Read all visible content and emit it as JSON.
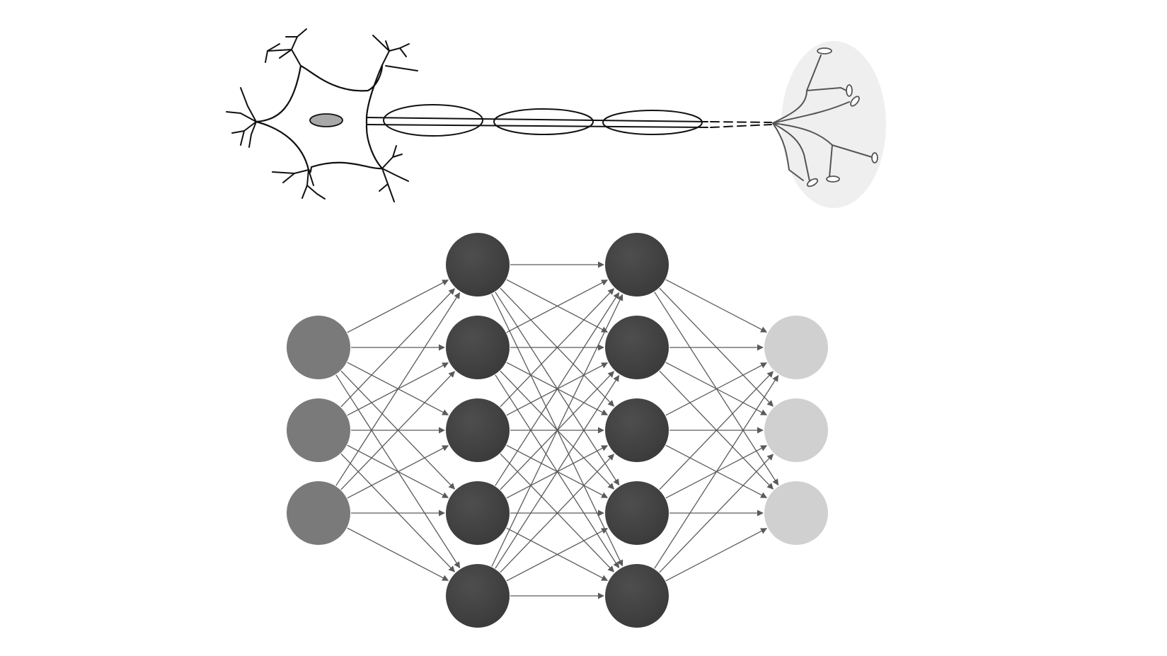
{
  "figure": {
    "neuron": {
      "parts": [
        "dendrites",
        "cell-body",
        "nucleus",
        "axon",
        "myelin-sheaths",
        "axon-terminal"
      ],
      "myelin_segment_count": 3,
      "terminal_bouton_count": 6,
      "colors": {
        "stroke": "#111111",
        "nucleus": "#a8a8a8",
        "terminal_region": "#efefef",
        "terminal_branches": "#555555"
      }
    },
    "network": {
      "layers": [
        {
          "name": "input-layer",
          "nodes": 3,
          "color": "#7a7a7a"
        },
        {
          "name": "hidden-layer-1",
          "nodes": 5,
          "color": "#454545"
        },
        {
          "name": "hidden-layer-2",
          "nodes": 5,
          "color": "#454545"
        },
        {
          "name": "output-layer",
          "nodes": 3,
          "color": "#d0d0d0"
        }
      ],
      "connectivity": "fully-connected",
      "edge_color": "#5a5a5a"
    }
  }
}
